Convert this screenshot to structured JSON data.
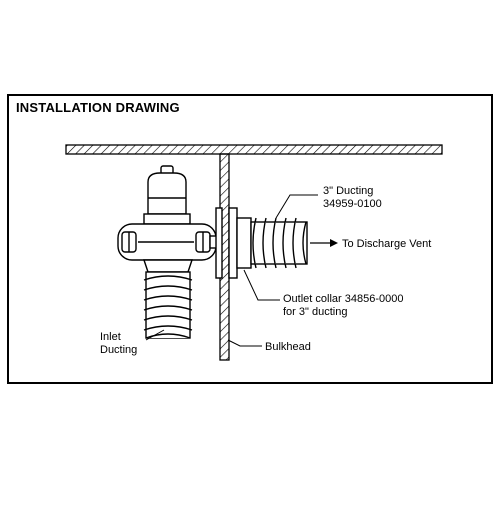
{
  "drawing": {
    "title": "INSTALLATION DRAWING",
    "labels": {
      "ducting_3in_line1": "3\" Ducting",
      "ducting_3in_line2": "34959-0100",
      "discharge_vent": "To Discharge Vent",
      "outlet_collar_line1": "Outlet collar 34856-0000",
      "outlet_collar_line2": "for 3\" ducting",
      "inlet_line1": "Inlet",
      "inlet_line2": "Ducting",
      "bulkhead": "Bulkhead"
    }
  }
}
